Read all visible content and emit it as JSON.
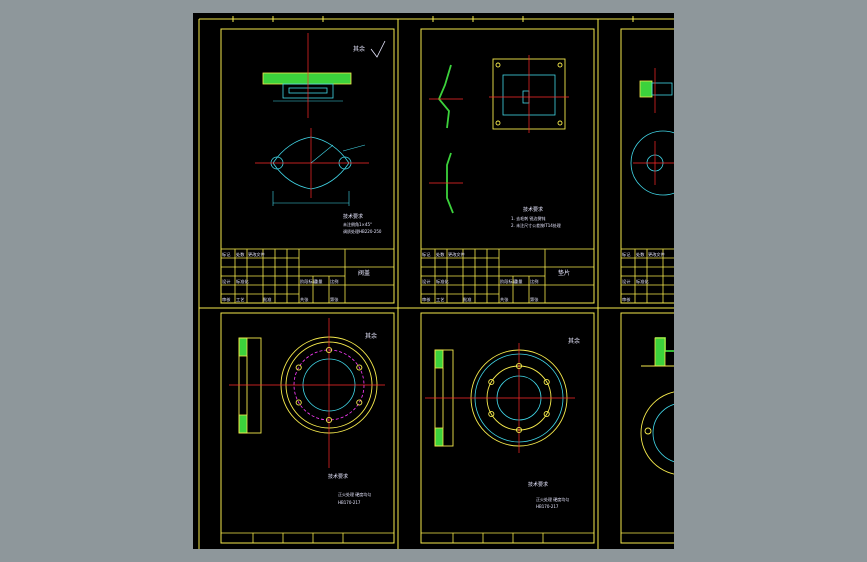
{
  "colors": {
    "background": "#8e979b",
    "canvas": "#000000",
    "border": "#f5e94c",
    "geometry": "#41d7e8",
    "centerline": "#ff2a2a",
    "hatch": "#3cd23c",
    "dimension": "#41d7e8",
    "outline": "#f5e94c",
    "text": "#e7e7ff"
  },
  "icons": {
    "roughness_symbol": "surface-roughness-icon"
  },
  "sheets": [
    {
      "id": "sheet-1",
      "roughness_label": "其余",
      "tech_title": "技术要求",
      "tech_lines": [
        "未注倒角1×45°",
        "调质处理HB220-250"
      ],
      "title_block": {
        "part_name": "阀盖",
        "cells": [
          "标记",
          "处数",
          "更改文件",
          "设计",
          "标准化",
          "审核",
          "工艺",
          "批准",
          "阶段标记",
          "重量",
          "比例",
          "共张",
          "第张"
        ]
      }
    },
    {
      "id": "sheet-2",
      "tech_title": "技术要求",
      "tech_lines": [
        "1. 去毛刺 锐边倒钝",
        "2. 未注尺寸公差按IT14处理"
      ],
      "title_block": {
        "part_name": "垫片",
        "cells": [
          "标记",
          "处数",
          "更改文件",
          "设计",
          "标准化",
          "审核",
          "工艺",
          "批准",
          "阶段标记",
          "重量",
          "比例",
          "共张",
          "第张"
        ]
      }
    },
    {
      "id": "sheet-3",
      "title_block": {
        "part_name": "",
        "cells": [
          "标记",
          "处数",
          "更改文件",
          "设计",
          "标准化",
          "审核"
        ]
      }
    },
    {
      "id": "sheet-4",
      "roughness_label": "其余",
      "tech_title": "技术要求",
      "tech_lines": [
        "正火处理 硬度均匀",
        "HB170-217"
      ]
    },
    {
      "id": "sheet-5",
      "roughness_label": "其余",
      "tech_title": "技术要求",
      "tech_lines": [
        "正火处理 硬度均匀",
        "HB170-217"
      ]
    }
  ]
}
